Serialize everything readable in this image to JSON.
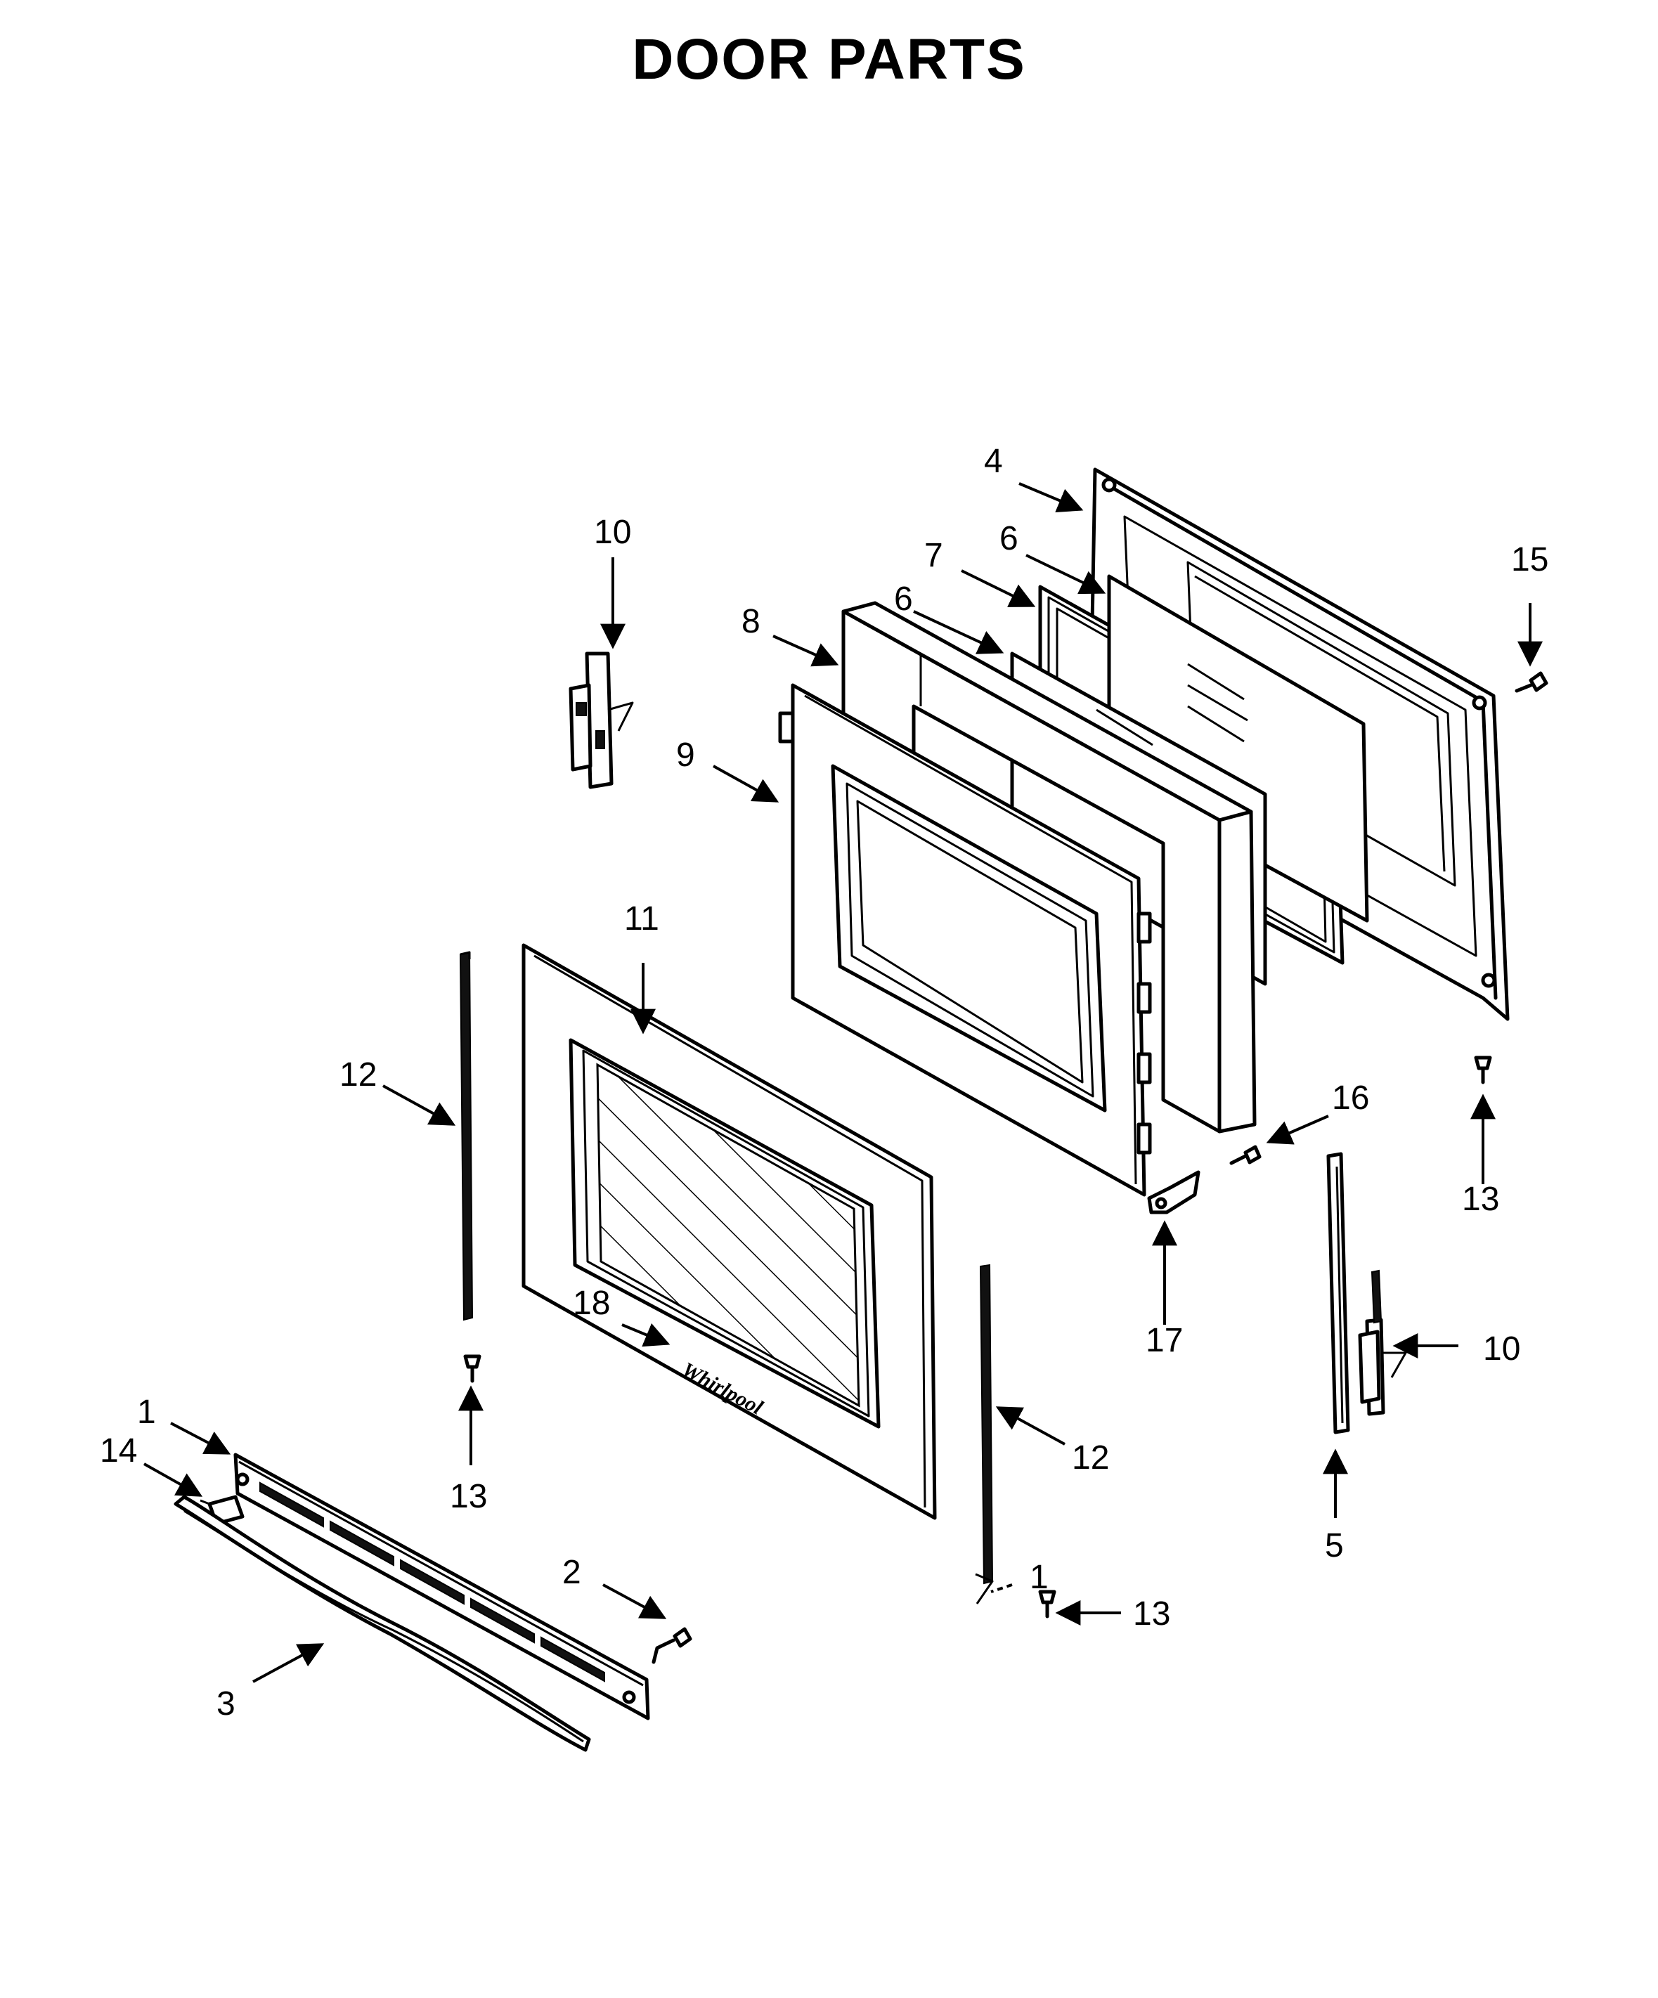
{
  "title": "DOOR PARTS",
  "callouts": [
    {
      "id": "c1",
      "label": "1"
    },
    {
      "id": "c1b",
      "label": "1"
    },
    {
      "id": "c2",
      "label": "2"
    },
    {
      "id": "c3",
      "label": "3"
    },
    {
      "id": "c4",
      "label": "4"
    },
    {
      "id": "c5",
      "label": "5"
    },
    {
      "id": "c6a",
      "label": "6"
    },
    {
      "id": "c6b",
      "label": "6"
    },
    {
      "id": "c7",
      "label": "7"
    },
    {
      "id": "c8",
      "label": "8"
    },
    {
      "id": "c9",
      "label": "9"
    },
    {
      "id": "c10a",
      "label": "10"
    },
    {
      "id": "c10b",
      "label": "10"
    },
    {
      "id": "c11",
      "label": "11"
    },
    {
      "id": "c12a",
      "label": "12"
    },
    {
      "id": "c12b",
      "label": "12"
    },
    {
      "id": "c13a",
      "label": "13"
    },
    {
      "id": "c13b",
      "label": "13"
    },
    {
      "id": "c13c",
      "label": "13"
    },
    {
      "id": "c14",
      "label": "14"
    },
    {
      "id": "c15",
      "label": "15"
    },
    {
      "id": "c16",
      "label": "16"
    },
    {
      "id": "c17",
      "label": "17"
    },
    {
      "id": "c18",
      "label": "18"
    }
  ],
  "brand_logo_text": "Whirlpool"
}
